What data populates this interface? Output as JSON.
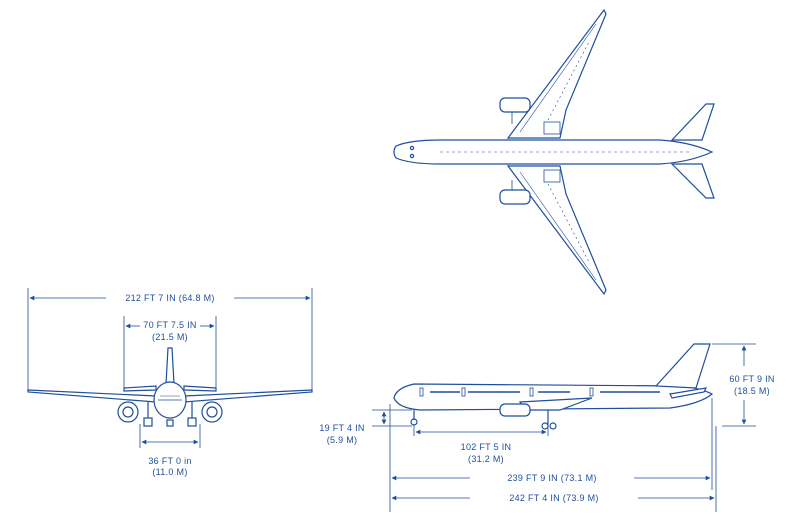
{
  "colors": {
    "ink": "#1f4e9c",
    "background": "#ffffff"
  },
  "front_view": {
    "wingspan_label": "212 FT 7 IN (64.8 M)",
    "stabilizer_span_line1": "70 FT 7.5 IN",
    "stabilizer_span_line2": "(21.5 M)",
    "main_gear_track_line1": "36 FT 0 in",
    "main_gear_track_line2": "(11.0 M)"
  },
  "side_view": {
    "nose_gear_height_line1": "19 FT 4 IN",
    "nose_gear_height_line2": "(5.9 M)",
    "tail_height_line1": "60 FT 9 IN",
    "tail_height_line2": "(18.5 M)",
    "wheelbase_line1": "102 FT 5 IN",
    "wheelbase_line2": "(31.2 M)",
    "fuselage_length_label": "239 FT 9 IN (73.1 M)",
    "overall_length_label": "242 FT 4 IN (73.9 M)"
  },
  "icons": [
    "top-view-airplane-icon",
    "front-view-airplane-icon",
    "side-view-airplane-icon"
  ]
}
